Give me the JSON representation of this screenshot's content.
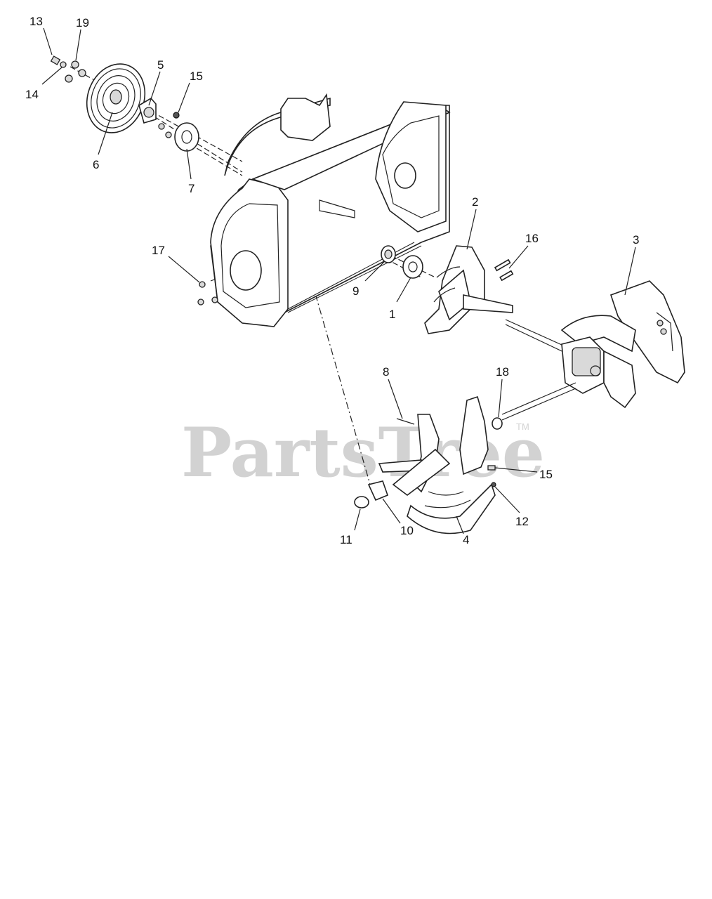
{
  "watermark": {
    "brand": "PartsTree",
    "trademark": "TM"
  },
  "callouts": [
    "13",
    "19",
    "14",
    "5",
    "15",
    "6",
    "7",
    "17",
    "9",
    "1",
    "2",
    "16",
    "3",
    "8",
    "18",
    "15",
    "11",
    "10",
    "4",
    "12"
  ]
}
